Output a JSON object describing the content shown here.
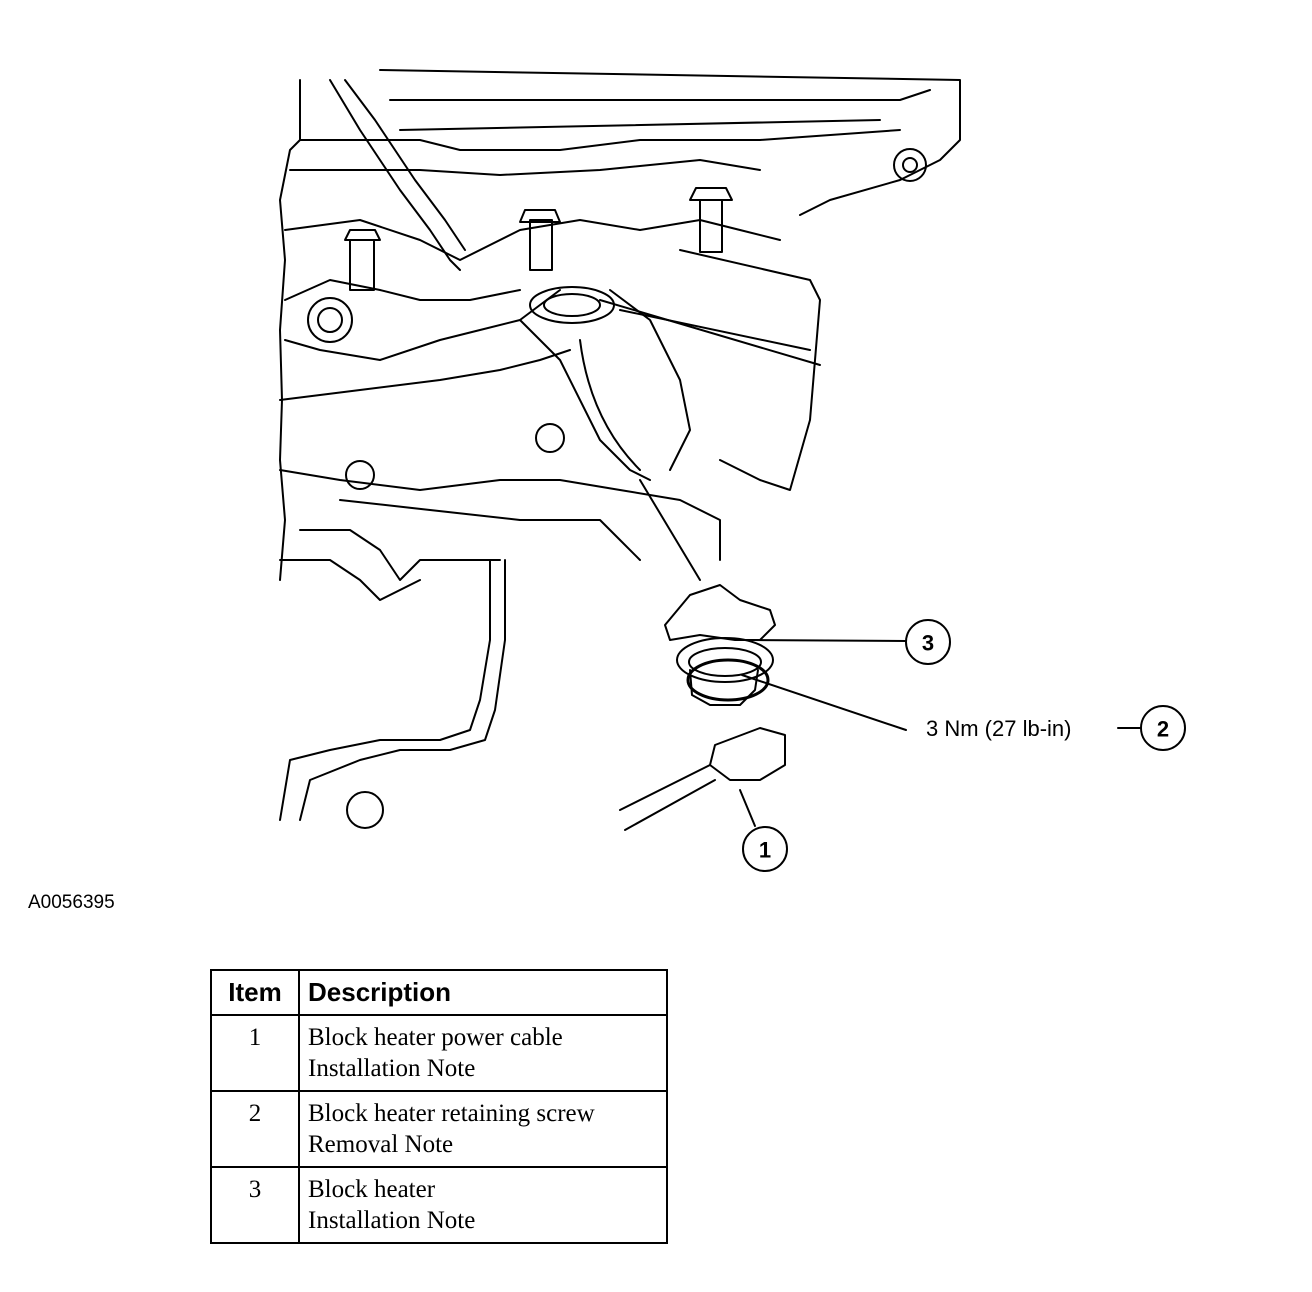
{
  "figure": {
    "id": "A0056395",
    "callouts": [
      {
        "number": "1"
      },
      {
        "number": "2",
        "annotation": "3 Nm (27 lb-in)"
      },
      {
        "number": "3"
      }
    ]
  },
  "table": {
    "headers": {
      "item": "Item",
      "description": "Description"
    },
    "rows": [
      {
        "item": "1",
        "line1": "Block heater power cable",
        "line2": "Installation Note"
      },
      {
        "item": "2",
        "line1": "Block heater retaining screw",
        "line2": "Removal Note"
      },
      {
        "item": "3",
        "line1": "Block heater",
        "line2": "Installation Note"
      }
    ]
  }
}
